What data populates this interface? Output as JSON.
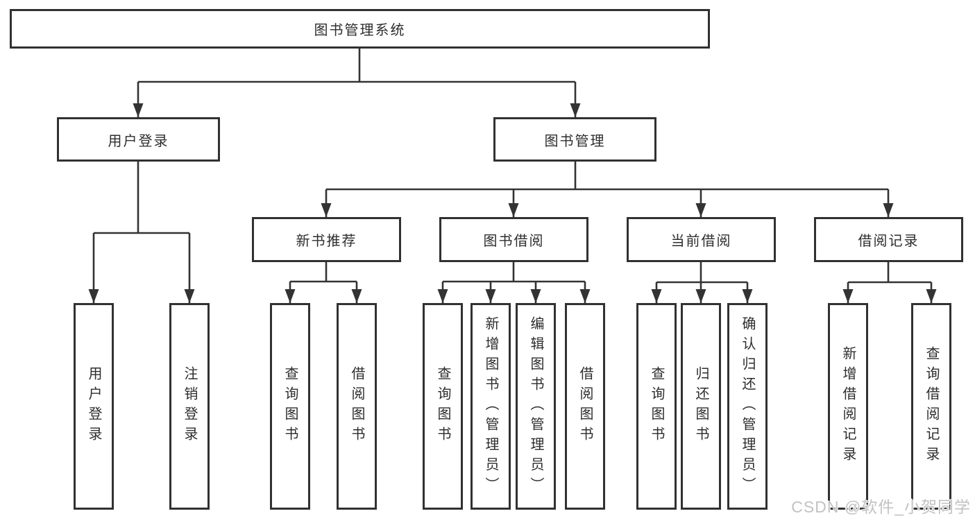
{
  "diagram": {
    "type": "hierarchy-tree",
    "colors": {
      "line": "#333333",
      "box_border": "#313131",
      "box_background": "#ffffff",
      "text": "#2d2d2d",
      "watermark_text_color": "#c2c2c2"
    },
    "tree": {
      "label": "图书管理系统",
      "children": [
        {
          "label": "用户登录",
          "children": [
            {
              "label": "用户登录"
            },
            {
              "label": "注销登录"
            }
          ]
        },
        {
          "label": "图书管理",
          "children": [
            {
              "label": "新书推荐",
              "children": [
                {
                  "label": "查询图书"
                },
                {
                  "label": "借阅图书"
                }
              ]
            },
            {
              "label": "图书借阅",
              "children": [
                {
                  "label": "查询图书"
                },
                {
                  "label": "新增图书（管理员）"
                },
                {
                  "label": "编辑图书（管理员）"
                },
                {
                  "label": "借阅图书"
                }
              ]
            },
            {
              "label": "当前借阅",
              "children": [
                {
                  "label": "查询图书"
                },
                {
                  "label": "归还图书"
                },
                {
                  "label": "确认归还（管理员）"
                }
              ]
            },
            {
              "label": "借阅记录",
              "children": [
                {
                  "label": "新增借阅记录"
                },
                {
                  "label": "查询借阅记录"
                }
              ]
            }
          ]
        }
      ]
    }
  },
  "watermark": {
    "text": "CSDN @软件_小贺同学"
  }
}
